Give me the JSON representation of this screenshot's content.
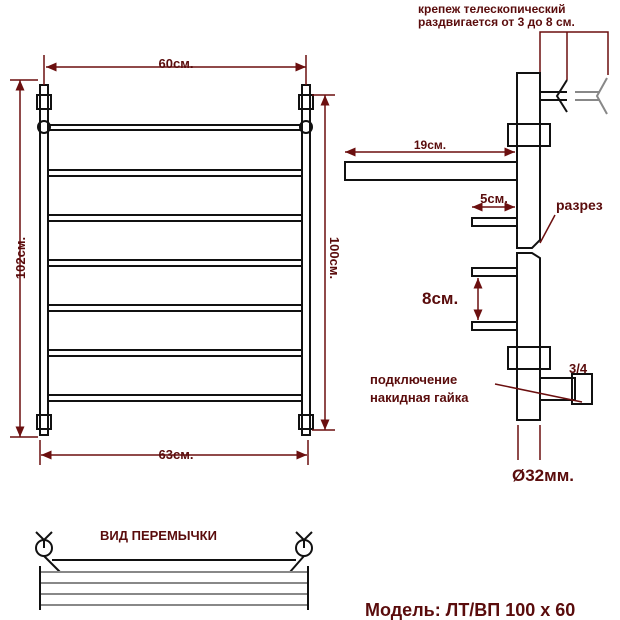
{
  "front_view": {
    "width_top": "60см.",
    "width_bottom": "63см.",
    "height_outer": "102см.",
    "height_inner": "100см.",
    "bar_count": 7
  },
  "side_view": {
    "mount_note_line1": "крепеж телескопический",
    "mount_note_line2": "раздвигается от 3 до 8 см.",
    "depth": "19см.",
    "offset": "5см.",
    "section": "разрез",
    "spacing": "8см.",
    "connection_line1": "подключение",
    "connection_line2": "накидная гайка",
    "thread": "3/4",
    "diameter": "Ø32мм."
  },
  "jumper_view": {
    "title": "ВИД ПЕРЕМЫЧКИ"
  },
  "model": "Модель: ЛТ/ВП 100 х 60",
  "colors": {
    "label": "#5a0c0c",
    "dimension": "#6b0f0f",
    "line": "#111111"
  }
}
